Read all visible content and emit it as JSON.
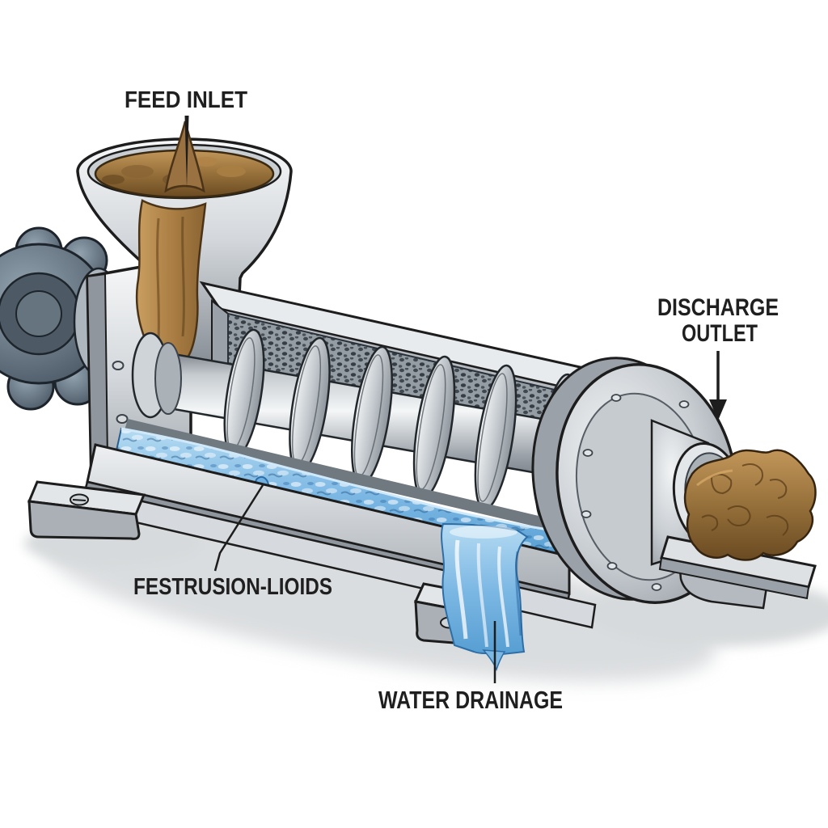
{
  "diagram_type": "screw-press-dewatering-cutaway",
  "labels": {
    "feed_inlet": "FEED INLET",
    "discharge_outlet": [
      "DISCHARGE",
      "OUTLET"
    ],
    "solids_label": "FESTRUSION-LIOIDS",
    "water_drainage": "WATER DRAINAGE"
  },
  "colors": {
    "label_text": "#1f1f1f",
    "outline_ink": "#1d1d1d",
    "metal_light": "#f2f4f6",
    "metal_mid": "#b9bfc5",
    "metal_dark": "#8a9198",
    "drive_knob_blue_gray": "#5d6d7a",
    "material_brown": "#9c7340",
    "material_brown_dark": "#5f421e",
    "water_blue_light": "#b5dbf2",
    "water_blue": "#7ab7e0",
    "water_blue_dark": "#4a8ec2",
    "screen_gray": "#959da4",
    "ground_shadow": "#d2d5d8"
  }
}
